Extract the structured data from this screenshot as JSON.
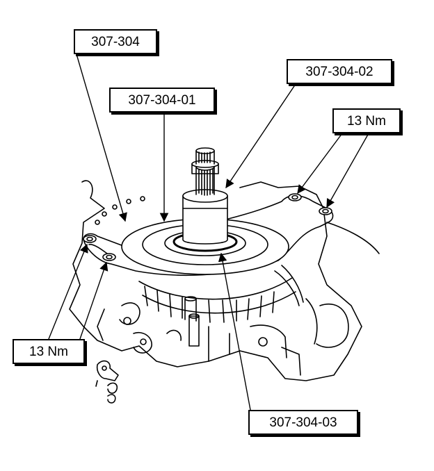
{
  "callouts": {
    "tool": "307-304",
    "tool_01": "307-304-01",
    "tool_02": "307-304-02",
    "tool_03": "307-304-03",
    "torque_top": "13 Nm",
    "torque_left": "13 Nm"
  },
  "colors": {
    "ink": "#000000",
    "paper": "#ffffff"
  }
}
